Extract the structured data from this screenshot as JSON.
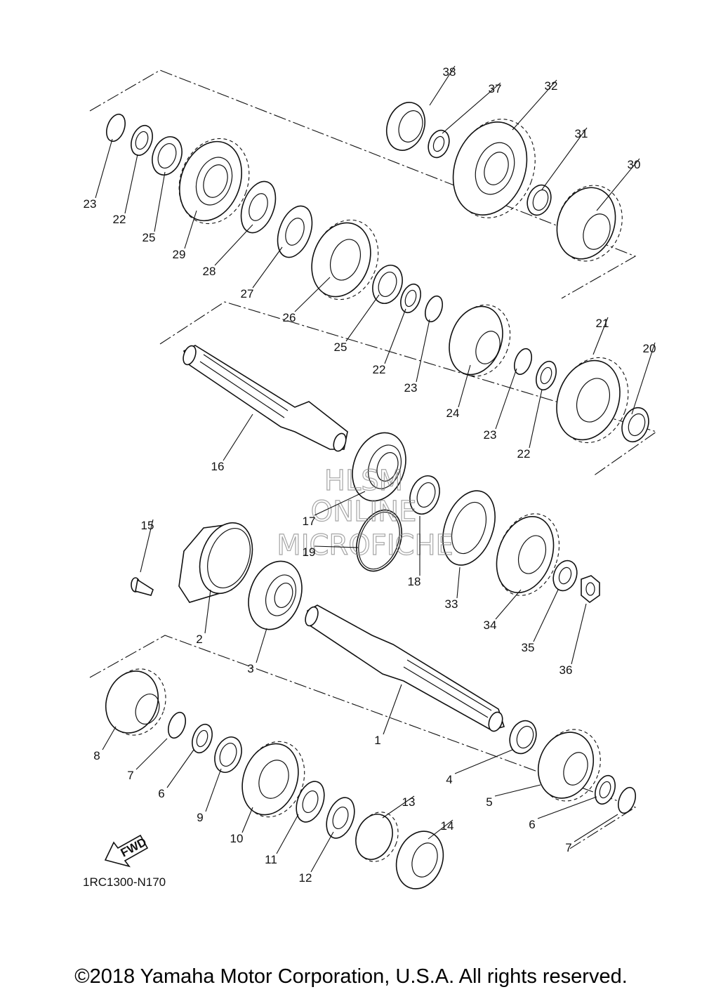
{
  "diagram_code": "1RC1300-N170",
  "fwd_label": "FWD",
  "watermark": [
    "HLSM",
    "ONLINE",
    "MICROFICHE"
  ],
  "copyright": "©2018 Yamaha Motor Corporation, U.S.A. All rights reserved.",
  "callouts": [
    "38",
    "37",
    "32",
    "31",
    "30",
    "23",
    "22",
    "25",
    "29",
    "28",
    "27",
    "26",
    "25",
    "22",
    "23",
    "24",
    "23",
    "22",
    "21",
    "20",
    "16",
    "17",
    "19",
    "18",
    "33",
    "34",
    "35",
    "36",
    "15",
    "2",
    "3",
    "1",
    "8",
    "7",
    "6",
    "9",
    "10",
    "11",
    "12",
    "13",
    "14",
    "4",
    "5",
    "6",
    "7"
  ]
}
